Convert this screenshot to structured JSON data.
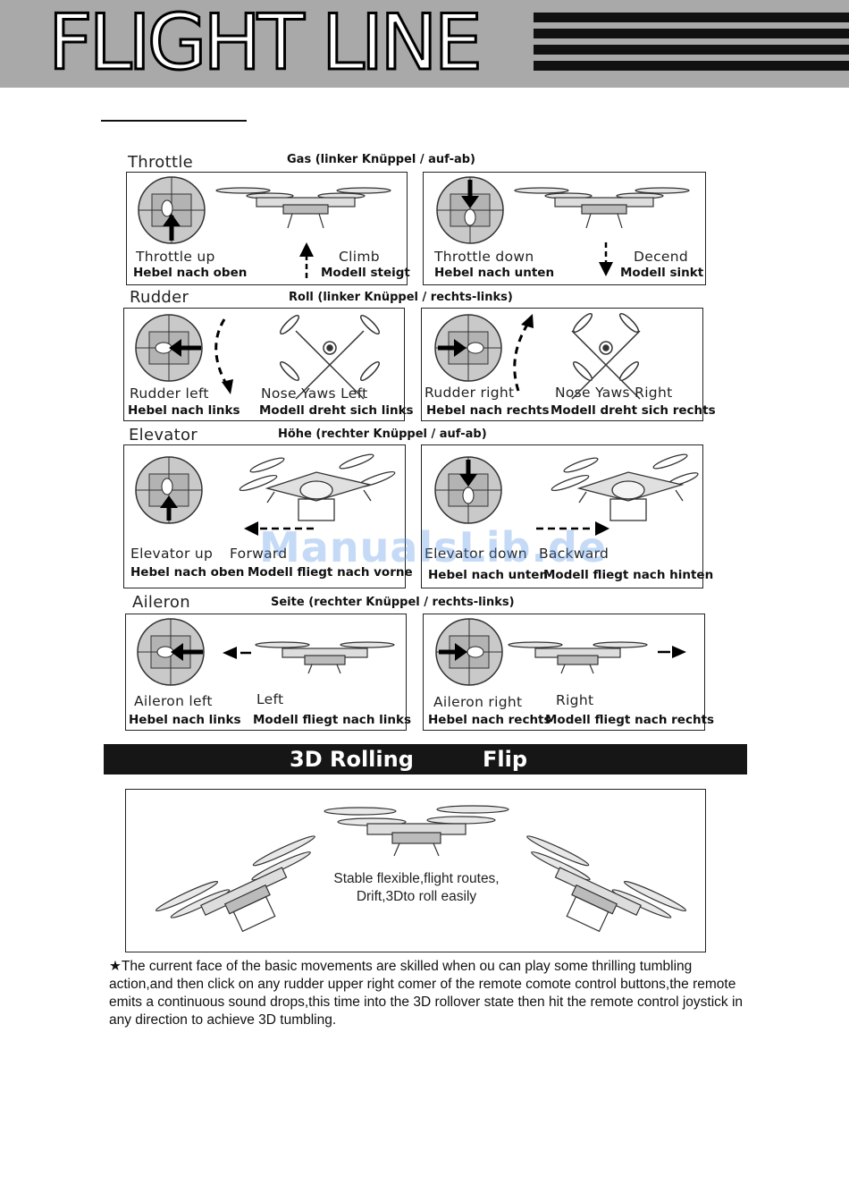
{
  "header": {
    "brand": "FLIGHT LINE"
  },
  "sections": [
    {
      "title": "Throttle",
      "title_de": "Gas (linker Knüppel / auf-ab)",
      "panels": [
        {
          "stick": "Throttle up",
          "stick_de": "Hebel nach oben",
          "action": "Climb",
          "action_de": "Modell steigt"
        },
        {
          "stick": "Throttle down",
          "stick_de": "Hebel nach unten",
          "action": "Decend",
          "action_de": "Modell sinkt"
        }
      ]
    },
    {
      "title": "Rudder",
      "title_de": "Roll (linker Knüppel / rechts-links)",
      "panels": [
        {
          "stick": "Rudder left",
          "stick_de": "Hebel nach links",
          "action": "Nose Yaws Left",
          "action_de": "Modell dreht sich links"
        },
        {
          "stick": "Rudder right",
          "stick_de": "Hebel nach rechts",
          "action": "Nose Yaws Right",
          "action_de": "Modell dreht sich rechts"
        }
      ]
    },
    {
      "title": "Elevator",
      "title_de": "Höhe (rechter Knüppel / auf-ab)",
      "panels": [
        {
          "stick": "Elevator up",
          "stick_de": "Hebel nach oben",
          "action": "Forward",
          "action_de": "Modell fliegt nach vorne"
        },
        {
          "stick": "Elevator down",
          "stick_de": "Hebel nach unten",
          "action": "Backward",
          "action_de": "Modell fliegt nach hinten"
        }
      ]
    },
    {
      "title": "Aileron",
      "title_de": "Seite (rechter Knüppel / rechts-links)",
      "panels": [
        {
          "stick": "Aileron left",
          "stick_de": "Hebel nach links",
          "action": "Left",
          "action_de": "Modell fliegt nach links"
        },
        {
          "stick": "Aileron right",
          "stick_de": "Hebel nach rechts",
          "action": "Right",
          "action_de": "Modell fliegt nach rechts"
        }
      ]
    }
  ],
  "banner": {
    "left": "3D Rolling",
    "right": "Flip"
  },
  "flip_caption": {
    "line1": "Stable flexible,flight routes,",
    "line2": "Drift,3Dto roll easily"
  },
  "note": "★The current face of the basic movements are skilled when ou can play some thrilling tumbling action,and then click on any rudder upper right comer of the remote comote control buttons,the remote emits a continuous sound drops,this time into the 3D rollover state then hit the remote control joystick in any direction to achieve 3D tumbling.",
  "watermark": "ManualsLib.de"
}
